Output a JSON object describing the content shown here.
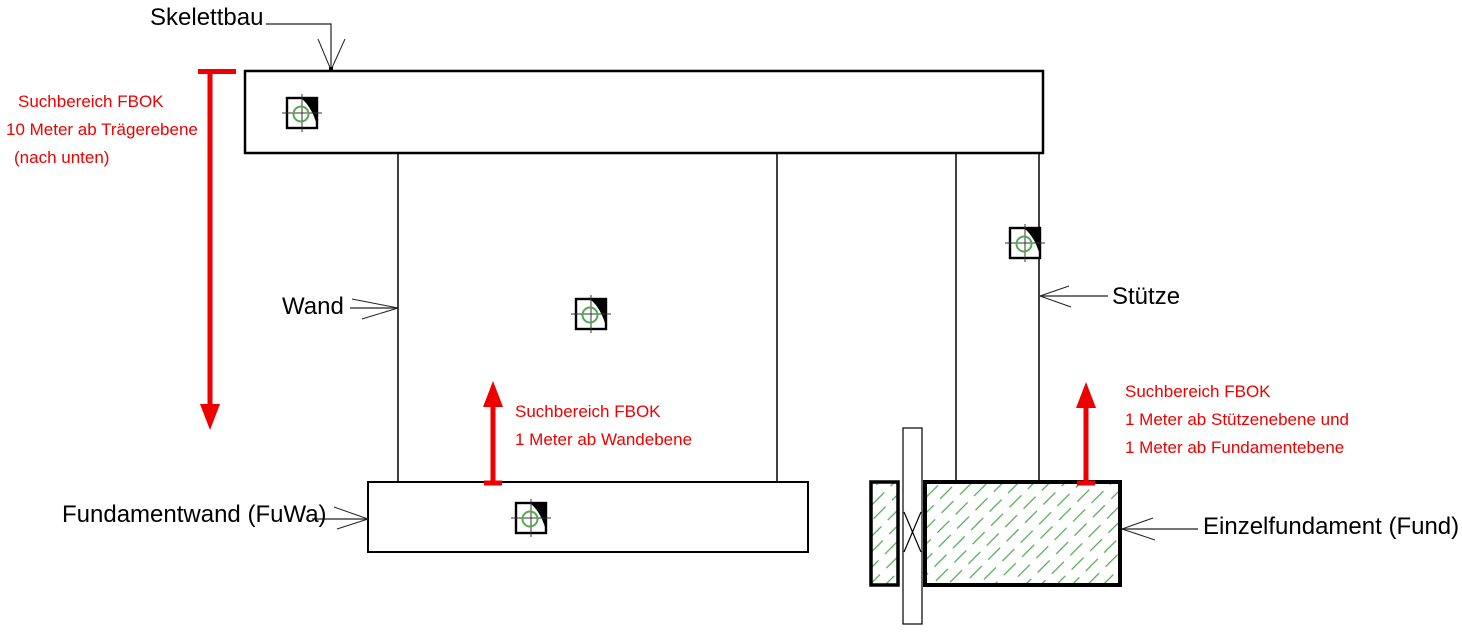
{
  "colors": {
    "red": "#ee0000",
    "green": "#55a855",
    "black": "#000000",
    "background": "#ffffff"
  },
  "component_labels": {
    "skelettbau": "Skelettbau",
    "wand": "Wand",
    "stuetze": "Stütze",
    "fundamentwand": "Fundamentwand (FuWa)",
    "einzelfundament": "Einzelfundament (Fund)"
  },
  "search_annotations": {
    "traegerebene": [
      "Suchbereich FBOK",
      "10 Meter ab Trägerebene",
      "(nach unten)"
    ],
    "wandebene": [
      "Suchbereich FBOK",
      "1 Meter ab Wandebene"
    ],
    "stuetzen_fundamentebene": [
      "Suchbereich FBOK",
      "1 Meter ab Stützenebene und",
      "1 Meter ab Fundamentebene"
    ]
  },
  "icons": {
    "survey_point": "survey-point-icon"
  }
}
